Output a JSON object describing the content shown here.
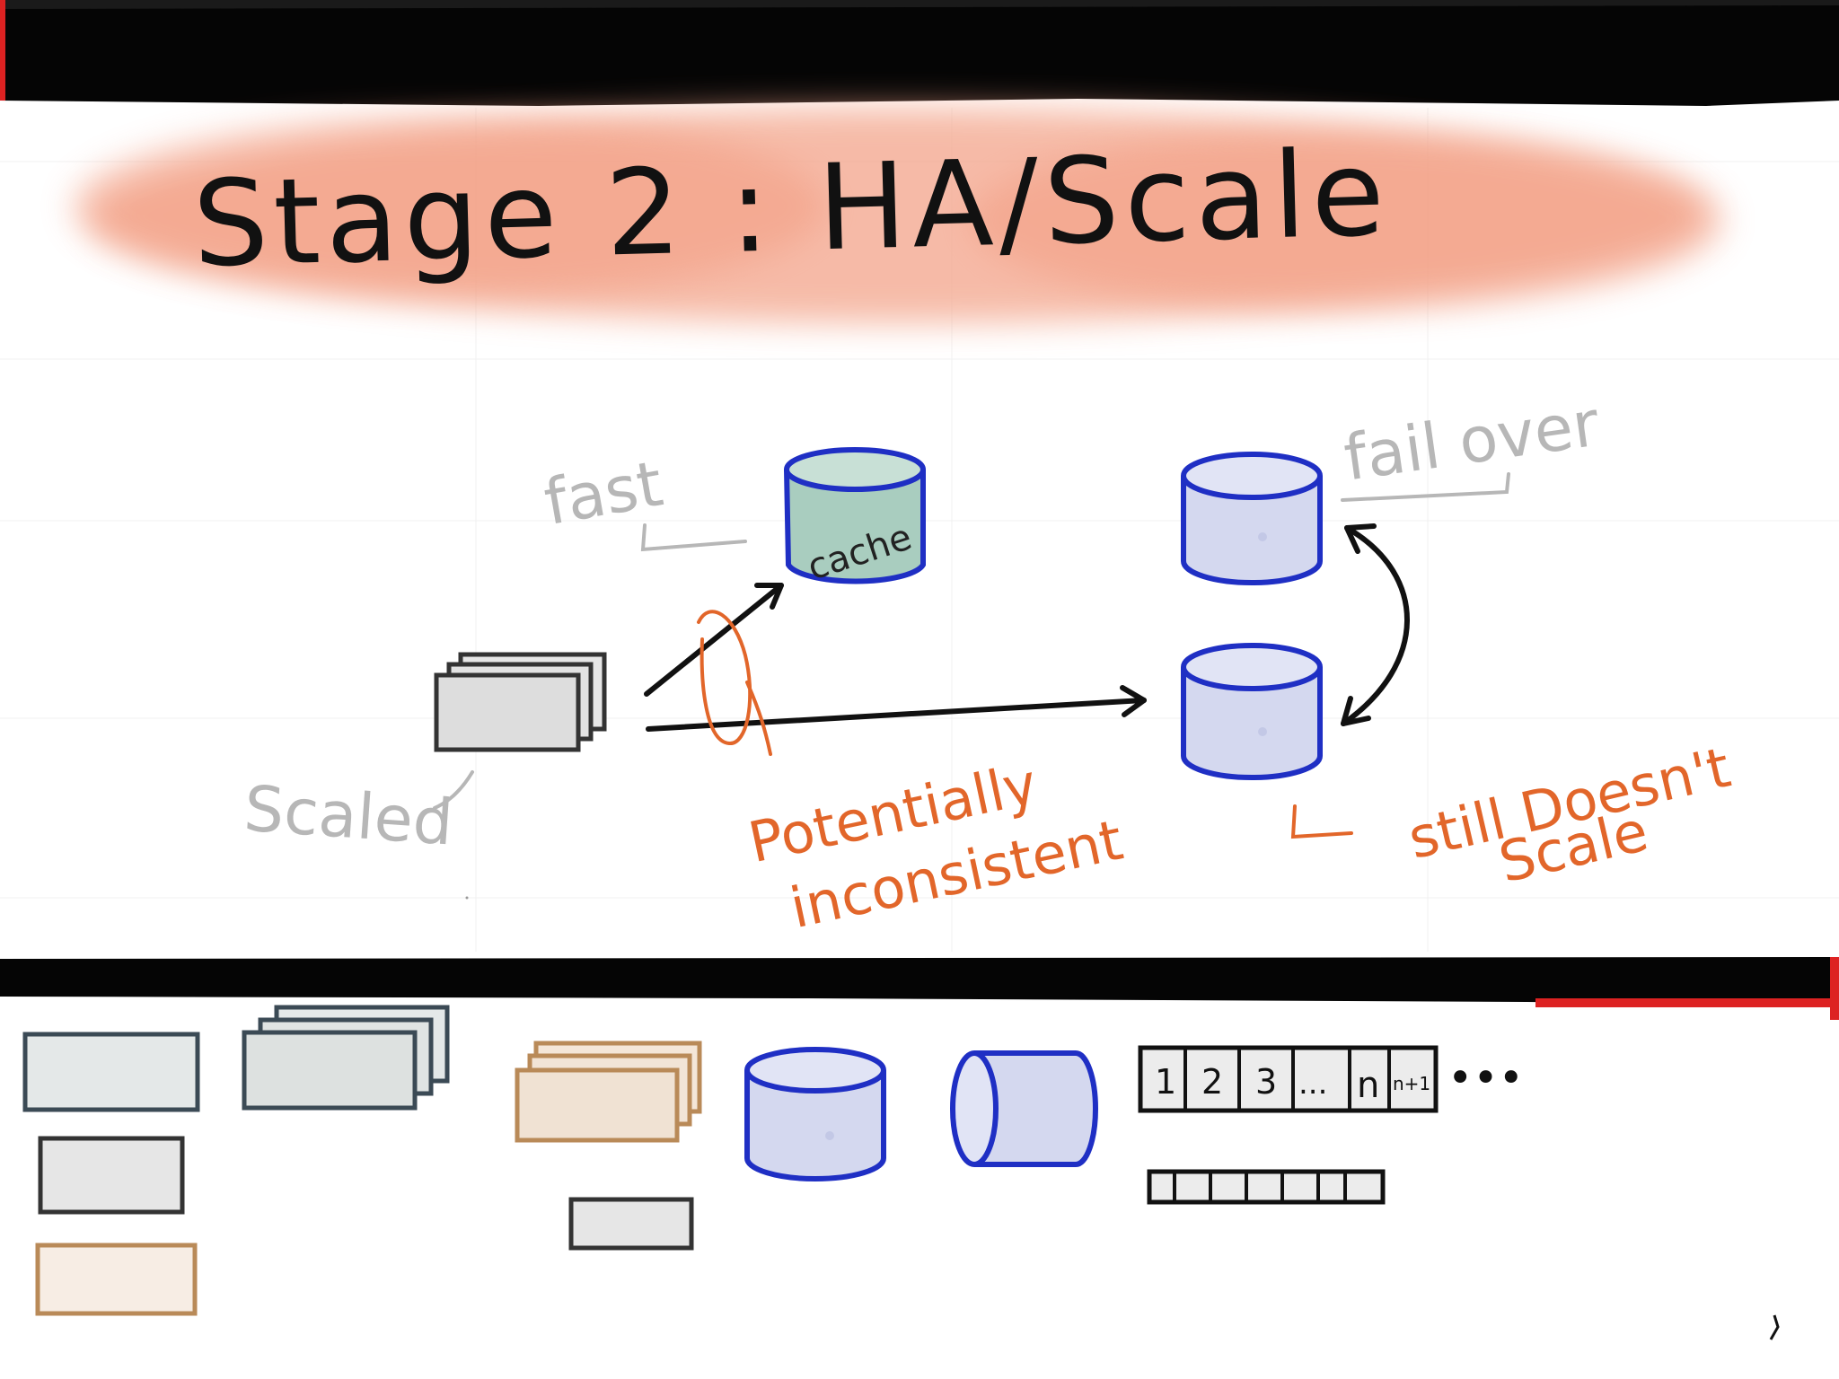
{
  "title": "Stage 2 :  HA/Scale",
  "labels": {
    "fast": "fast",
    "cache": "cache",
    "fail_over": "fail over",
    "scaled": "Scaled",
    "potentially_line1": "Potentially",
    "potentially_line2": "inconsistent",
    "still_line1": "still Doesn't",
    "still_line2": "Scale"
  },
  "palette_queue": [
    "1",
    "2",
    "3",
    "...",
    "n",
    "n+1"
  ],
  "palette_more": "•••",
  "colors": {
    "title_wash": "#f3a48a",
    "db_fill": "#d4d8ef",
    "db_stroke": "#1f2fc4",
    "cache_fill": "#a9cdbf",
    "annotation_gray": "#b7b7b7",
    "annotation_orange": "#e2662a",
    "ink": "#111111"
  }
}
